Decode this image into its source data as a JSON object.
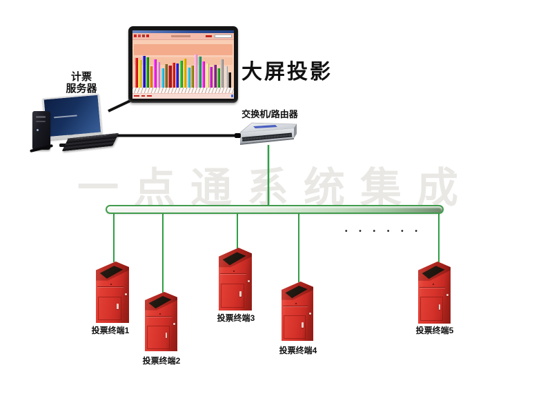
{
  "watermark": {
    "text": "一点通系统集成"
  },
  "server": {
    "label_line1": "计票",
    "label_line2": "服务器"
  },
  "projector": {
    "label": "大屏投影"
  },
  "network_switch": {
    "label": "交换机/路由器"
  },
  "bus": {
    "dots": "• • • • • •"
  },
  "terminals": [
    {
      "label": "投票终端1"
    },
    {
      "label": "投票终端2"
    },
    {
      "label": "投票终端3"
    },
    {
      "label": "投票终端4"
    },
    {
      "label": "投票终端5"
    }
  ],
  "colors": {
    "terminal_red": "#d5322a",
    "network_line_green": "#2f9e44",
    "bus_border_green": "#3f9b4b",
    "watermark_gray": "#e9e8e5",
    "chart_background_peach": "#f9ceb5"
  },
  "screen_chart": {
    "type": "bar",
    "note": "colorful 3D bar chart shown on the projection screen; axis labels too small to read",
    "bars": [
      {
        "c": "#e51a1a",
        "h": 90
      },
      {
        "c": "#f0e000",
        "h": 83
      },
      {
        "c": "#1515e0",
        "h": 96
      },
      {
        "c": "#159e15",
        "h": 92
      },
      {
        "c": "#f08020",
        "h": 64
      },
      {
        "c": "#ee22ee",
        "h": 86
      },
      {
        "c": "#f090e0",
        "h": 78
      },
      {
        "c": "#30c8f0",
        "h": 58
      },
      {
        "c": "#8a6820",
        "h": 70
      },
      {
        "c": "#b01818",
        "h": 66
      },
      {
        "c": "#e51a1a",
        "h": 74
      },
      {
        "c": "#2222dd",
        "h": 72
      },
      {
        "c": "#22bb22",
        "h": 82
      },
      {
        "c": "#eeb800",
        "h": 88
      },
      {
        "c": "#38c8e8",
        "h": 60
      },
      {
        "c": "#9a9010",
        "h": 66
      },
      {
        "c": "#f8a8e8",
        "h": 99
      },
      {
        "c": "#18a078",
        "h": 94
      },
      {
        "c": "#ee22ee",
        "h": 80
      },
      {
        "c": "#f0ee90",
        "h": 72
      },
      {
        "c": "#cc22cc",
        "h": 62
      },
      {
        "c": "#882288",
        "h": 68
      },
      {
        "c": "#2aa52a",
        "h": 58
      },
      {
        "c": "#a8a8a8",
        "h": 86
      },
      {
        "c": "#d8d8d8",
        "h": 64
      },
      {
        "c": "#181818",
        "h": 46
      }
    ]
  }
}
